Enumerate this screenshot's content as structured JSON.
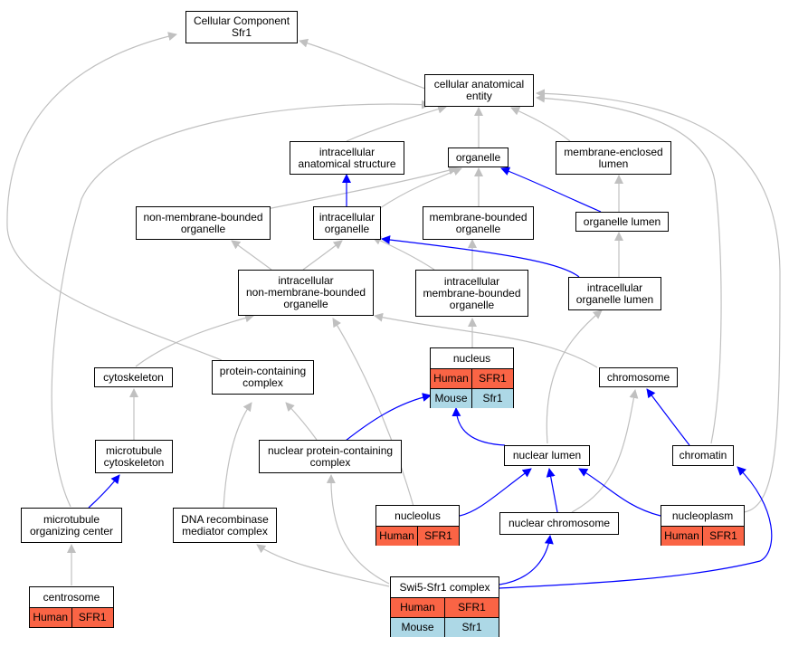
{
  "colors": {
    "gray_edge": "#c0c0c0",
    "blue_edge": "#0000ff",
    "human_bg": "#fa6445",
    "mouse_bg": "#add8e6"
  },
  "nodes": {
    "root": "Cellular Component\nSfr1",
    "cae": "cellular anatomical\nentity",
    "ias": "intracellular\nanatomical structure",
    "organelle": "organelle",
    "mel": "membrane-enclosed\nlumen",
    "nmbo": "non-membrane-bounded\norganelle",
    "io": "intracellular\norganelle",
    "mbo": "membrane-bounded\norganelle",
    "olumen": "organelle lumen",
    "inmbo": "intracellular\nnon-membrane-bounded\norganelle",
    "imbo": "intracellular\nmembrane-bounded\norganelle",
    "iol": "intracellular\norganelle lumen",
    "cytoskeleton": "cytoskeleton",
    "pcc": "protein-containing\ncomplex",
    "chromosome": "chromosome",
    "mt_cyto": "microtubule\ncytoskeleton",
    "npcc": "nuclear protein-containing\ncomplex",
    "nlumen": "nuclear lumen",
    "chromatin": "chromatin",
    "mtoc": "microtubule\norganizing center",
    "drmc": "DNA recombinase\nmediator complex",
    "nchrom": "nuclear chromosome"
  },
  "tables": {
    "nucleus": {
      "title": "nucleus",
      "rows": [
        {
          "species": "Human",
          "gene": "SFR1"
        },
        {
          "species": "Mouse",
          "gene": "Sfr1"
        }
      ]
    },
    "nucleolus": {
      "title": "nucleolus",
      "rows": [
        {
          "species": "Human",
          "gene": "SFR1"
        }
      ]
    },
    "nucleoplasm": {
      "title": "nucleoplasm",
      "rows": [
        {
          "species": "Human",
          "gene": "SFR1"
        }
      ]
    },
    "centrosome": {
      "title": "centrosome",
      "rows": [
        {
          "species": "Human",
          "gene": "SFR1"
        }
      ]
    },
    "swi5": {
      "title": "Swi5-Sfr1 complex",
      "rows": [
        {
          "species": "Human",
          "gene": "SFR1"
        },
        {
          "species": "Mouse",
          "gene": "Sfr1"
        }
      ]
    }
  }
}
